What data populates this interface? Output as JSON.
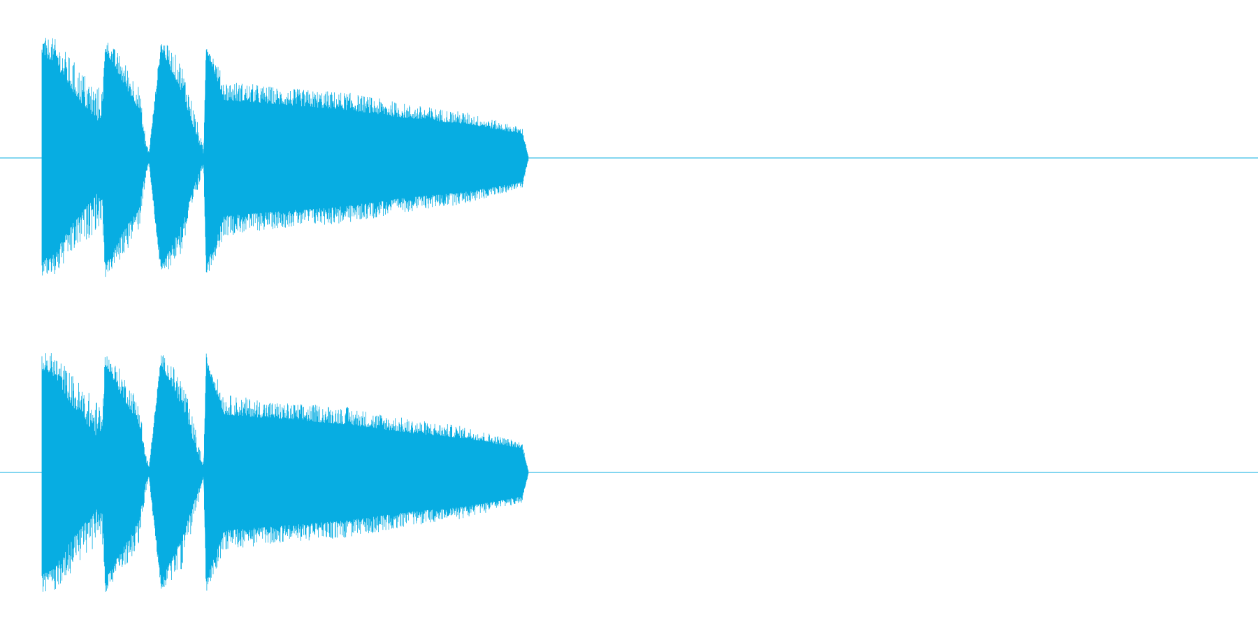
{
  "waveform": {
    "color": "#07ade2",
    "background": "#ffffff",
    "duration_fraction_with_sound": 0.4,
    "channels": [
      {
        "name": "",
        "envelope": [
          {
            "t": 0.0,
            "peak": 1.0,
            "body": 0.85
          },
          {
            "t": 0.01,
            "peak": 1.0,
            "body": 0.8
          },
          {
            "t": 0.025,
            "peak": 0.82,
            "body": 0.55
          },
          {
            "t": 0.045,
            "peak": 0.6,
            "body": 0.3
          },
          {
            "t": 0.05,
            "peak": 0.6,
            "body": 0.35
          },
          {
            "t": 0.052,
            "peak": 1.0,
            "body": 0.9
          },
          {
            "t": 0.065,
            "peak": 0.85,
            "body": 0.65
          },
          {
            "t": 0.08,
            "peak": 0.6,
            "body": 0.4
          },
          {
            "t": 0.085,
            "peak": 0.2,
            "body": 0.1
          },
          {
            "t": 0.088,
            "peak": 0.05,
            "body": 0.03
          },
          {
            "t": 0.098,
            "peak": 1.0,
            "body": 0.9
          },
          {
            "t": 0.115,
            "peak": 0.8,
            "body": 0.55
          },
          {
            "t": 0.128,
            "peak": 0.3,
            "body": 0.15
          },
          {
            "t": 0.133,
            "peak": 0.06,
            "body": 0.03
          },
          {
            "t": 0.135,
            "peak": 1.0,
            "body": 0.9
          },
          {
            "t": 0.15,
            "peak": 0.65,
            "body": 0.48
          },
          {
            "t": 0.2,
            "peak": 0.58,
            "body": 0.44
          },
          {
            "t": 0.25,
            "peak": 0.55,
            "body": 0.4
          },
          {
            "t": 0.3,
            "peak": 0.45,
            "body": 0.33
          },
          {
            "t": 0.35,
            "peak": 0.38,
            "body": 0.28
          },
          {
            "t": 0.395,
            "peak": 0.25,
            "body": 0.2
          },
          {
            "t": 0.4,
            "peak": 0.02,
            "body": 0.01
          }
        ]
      },
      {
        "name": "",
        "envelope": [
          {
            "t": 0.0,
            "peak": 1.0,
            "body": 0.85
          },
          {
            "t": 0.01,
            "peak": 1.0,
            "body": 0.8
          },
          {
            "t": 0.025,
            "peak": 0.82,
            "body": 0.55
          },
          {
            "t": 0.045,
            "peak": 0.6,
            "body": 0.3
          },
          {
            "t": 0.05,
            "peak": 0.6,
            "body": 0.35
          },
          {
            "t": 0.052,
            "peak": 1.0,
            "body": 0.9
          },
          {
            "t": 0.065,
            "peak": 0.85,
            "body": 0.65
          },
          {
            "t": 0.08,
            "peak": 0.6,
            "body": 0.4
          },
          {
            "t": 0.085,
            "peak": 0.2,
            "body": 0.1
          },
          {
            "t": 0.088,
            "peak": 0.05,
            "body": 0.03
          },
          {
            "t": 0.098,
            "peak": 1.0,
            "body": 0.9
          },
          {
            "t": 0.115,
            "peak": 0.8,
            "body": 0.55
          },
          {
            "t": 0.128,
            "peak": 0.3,
            "body": 0.15
          },
          {
            "t": 0.133,
            "peak": 0.06,
            "body": 0.03
          },
          {
            "t": 0.135,
            "peak": 1.0,
            "body": 0.9
          },
          {
            "t": 0.15,
            "peak": 0.65,
            "body": 0.48
          },
          {
            "t": 0.2,
            "peak": 0.58,
            "body": 0.44
          },
          {
            "t": 0.25,
            "peak": 0.55,
            "body": 0.4
          },
          {
            "t": 0.3,
            "peak": 0.45,
            "body": 0.33
          },
          {
            "t": 0.35,
            "peak": 0.38,
            "body": 0.28
          },
          {
            "t": 0.395,
            "peak": 0.25,
            "body": 0.2
          },
          {
            "t": 0.4,
            "peak": 0.02,
            "body": 0.01
          }
        ]
      }
    ]
  }
}
